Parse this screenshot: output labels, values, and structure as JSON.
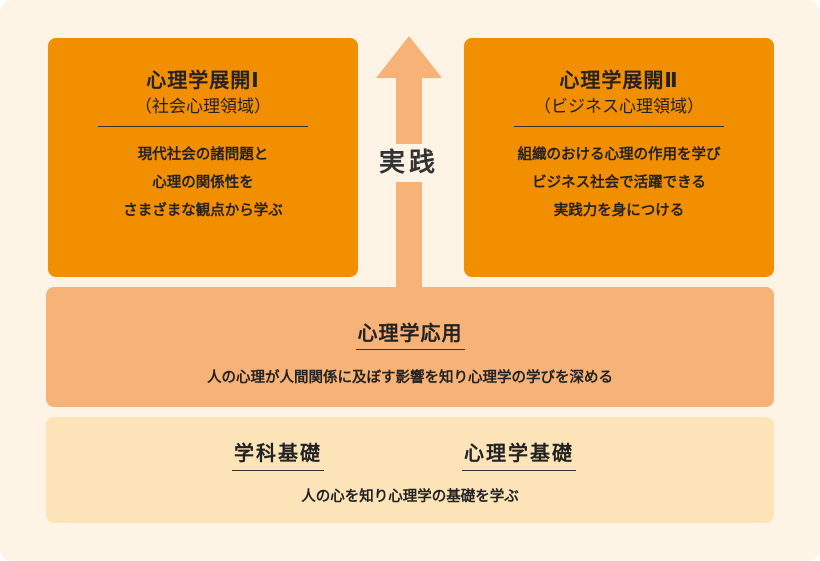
{
  "development_1": {
    "title": "心理学展開Ⅰ",
    "subtitle": "（社会心理領域）",
    "lines": [
      "現代社会の諸問題と",
      "心理の関係性を",
      "さまざまな観点から学ぶ"
    ]
  },
  "development_2": {
    "title": "心理学展開Ⅱ",
    "subtitle": "（ビジネス心理領域）",
    "lines": [
      "組織のおける心理の作用を学び",
      "ビジネス社会で活躍できる",
      "実践力を身につける"
    ]
  },
  "arrow": {
    "label": "実践"
  },
  "application": {
    "title": "心理学応用",
    "description": "人の心理が人間関係に及ぼす影響を知り心理学の学びを深める"
  },
  "foundation": {
    "tag_1": "学科基礎",
    "tag_2": "心理学基礎",
    "description": "人の心を知り心理学の基礎を学ぶ"
  },
  "colors": {
    "background": "#fdf4e6",
    "development": "#f28f00",
    "application": "#f7b277",
    "foundation": "#fde4b8",
    "arrow": "#f7b277"
  }
}
